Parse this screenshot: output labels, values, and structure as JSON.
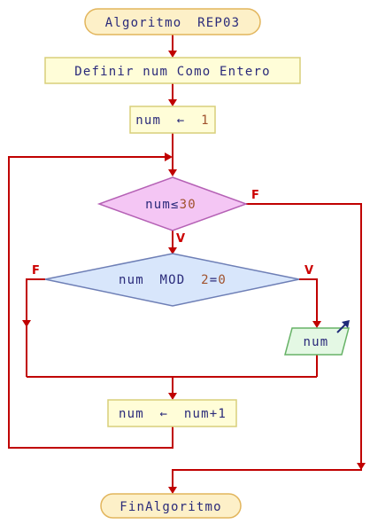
{
  "start": {
    "kw": "Algoritmo",
    "name": "REP03"
  },
  "define": {
    "text": "Definir num Como Entero"
  },
  "assign_init": {
    "var": "num",
    "arrow": "←",
    "value": "1"
  },
  "loop_cond": {
    "var": "num",
    "op": "≤",
    "value": "30"
  },
  "if_cond": {
    "var": "num",
    "op": "MOD",
    "value": "2",
    "eq": "=",
    "rhs": "0"
  },
  "output": {
    "text": "num"
  },
  "increment": {
    "var": "num",
    "arrow": "←",
    "expr": "num+1"
  },
  "end": {
    "text": "FinAlgoritmo"
  },
  "labels": {
    "loop_true": "V",
    "loop_false": "F",
    "if_true": "V",
    "if_false": "F"
  },
  "colors": {
    "flow_line": "#c00000",
    "terminal_fill": "#fdf0c8",
    "terminal_stroke": "#e2b55c",
    "process_fill": "#fffdd8",
    "process_stroke": "#d8cf7a",
    "loop_fill": "#f4c6f4",
    "loop_stroke": "#b561b5",
    "if_fill": "#d8e6fb",
    "if_stroke": "#6e7fb6",
    "output_fill": "#e4f8e4",
    "output_stroke": "#66b266"
  }
}
